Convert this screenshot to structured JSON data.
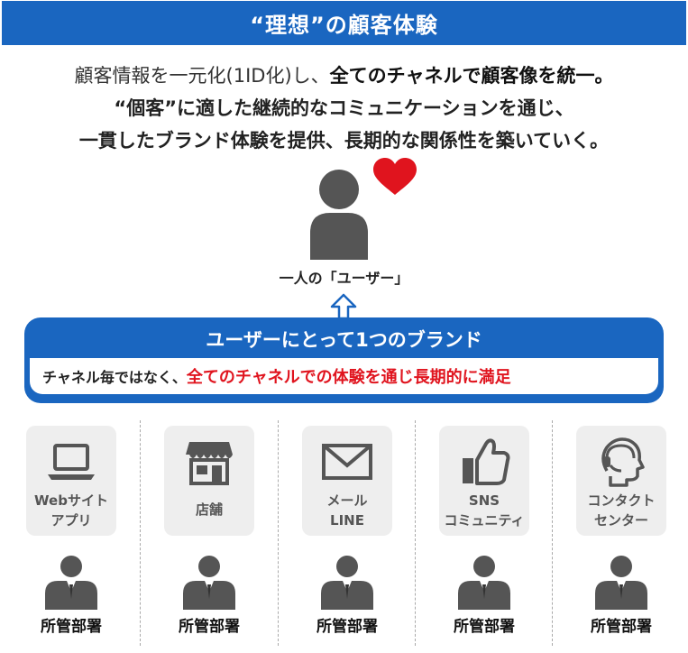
{
  "title": "“理想”の顧客体験",
  "description": {
    "line1_plain": "顧客情報を一元化(1ID化)し、",
    "line1_bold": "全てのチャネルで顧客像を統一。",
    "line2": "“個客”に適した継続的なコミュニケーションを通じ、",
    "line3": "一貫したブランド体験を提供、長期的な関係性を築いていく。"
  },
  "user_label": "一人の「ユーザー」",
  "brand_box": {
    "title": "ユーザーにとって1つのブランド",
    "body_plain": "チャネル毎ではなく、",
    "body_red": "全てのチャネルでの体験を通じ長期的に満足"
  },
  "channels": [
    {
      "icon": "laptop-icon",
      "line1": "Webサイト",
      "line2": "アプリ"
    },
    {
      "icon": "store-icon",
      "line1": "店舗",
      "line2": ""
    },
    {
      "icon": "mail-icon",
      "line1": "メール",
      "line2": "LINE"
    },
    {
      "icon": "thumbs-up-icon",
      "line1": "SNS",
      "line2": "コミュニティ"
    },
    {
      "icon": "headset-icon",
      "line1": "コンタクト",
      "line2": "センター"
    }
  ],
  "departments": [
    "所管部署",
    "所管部署",
    "所管部署",
    "所管部署",
    "所管部署"
  ],
  "colors": {
    "accent_blue": "#1a66c0",
    "heart_red": "#e0141e",
    "icon_gray": "#555555",
    "card_gray": "#eeeeee"
  }
}
